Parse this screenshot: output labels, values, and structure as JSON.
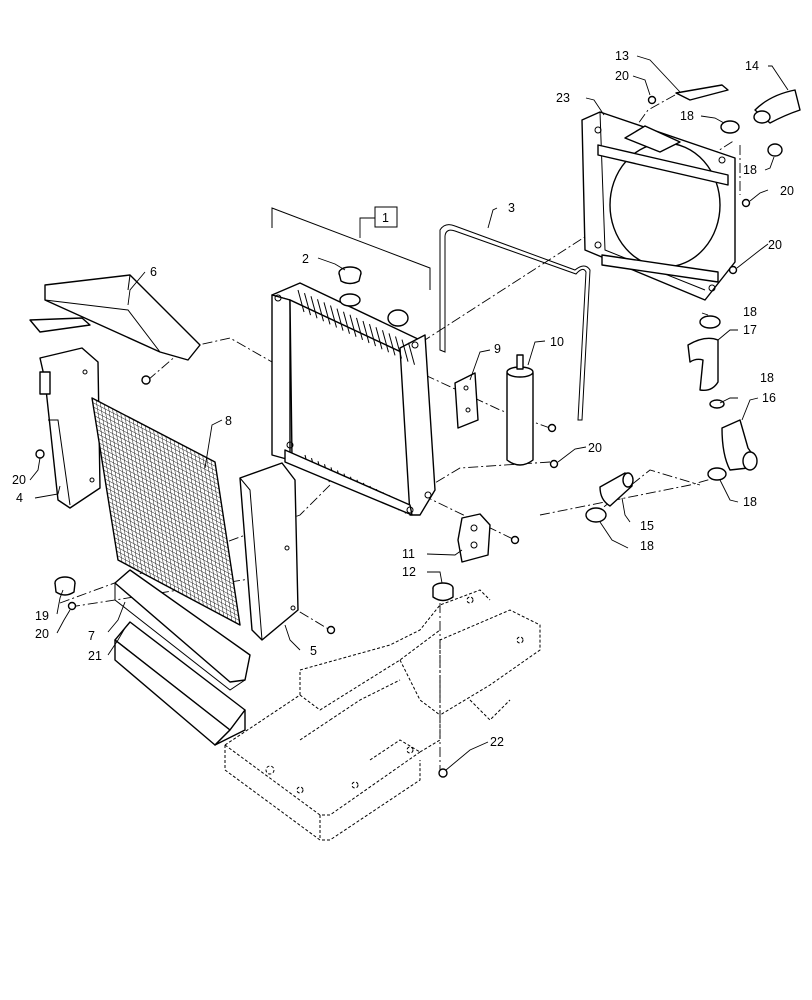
{
  "callouts": [
    {
      "id": "c1",
      "text": "1"
    },
    {
      "id": "c2",
      "text": "2"
    },
    {
      "id": "c3",
      "text": "3"
    },
    {
      "id": "c4",
      "text": "4"
    },
    {
      "id": "c5",
      "text": "5"
    },
    {
      "id": "c6",
      "text": "6"
    },
    {
      "id": "c7",
      "text": "7"
    },
    {
      "id": "c8",
      "text": "8"
    },
    {
      "id": "c9",
      "text": "9"
    },
    {
      "id": "c10",
      "text": "10"
    },
    {
      "id": "c11",
      "text": "11"
    },
    {
      "id": "c12",
      "text": "12"
    },
    {
      "id": "c13",
      "text": "13"
    },
    {
      "id": "c14",
      "text": "14"
    },
    {
      "id": "c15",
      "text": "15"
    },
    {
      "id": "c16",
      "text": "16"
    },
    {
      "id": "c17",
      "text": "17"
    },
    {
      "id": "c18a",
      "text": "18"
    },
    {
      "id": "c18b",
      "text": "18"
    },
    {
      "id": "c18c",
      "text": "18"
    },
    {
      "id": "c18d",
      "text": "18"
    },
    {
      "id": "c18e",
      "text": "18"
    },
    {
      "id": "c18f",
      "text": "18"
    },
    {
      "id": "c19",
      "text": "19"
    },
    {
      "id": "c20a",
      "text": "20"
    },
    {
      "id": "c20b",
      "text": "20"
    },
    {
      "id": "c20c",
      "text": "20"
    },
    {
      "id": "c20d",
      "text": "20"
    },
    {
      "id": "c20e",
      "text": "20"
    },
    {
      "id": "c20f",
      "text": "20"
    },
    {
      "id": "c21",
      "text": "21"
    },
    {
      "id": "c22",
      "text": "22"
    },
    {
      "id": "c23",
      "text": "23"
    }
  ]
}
